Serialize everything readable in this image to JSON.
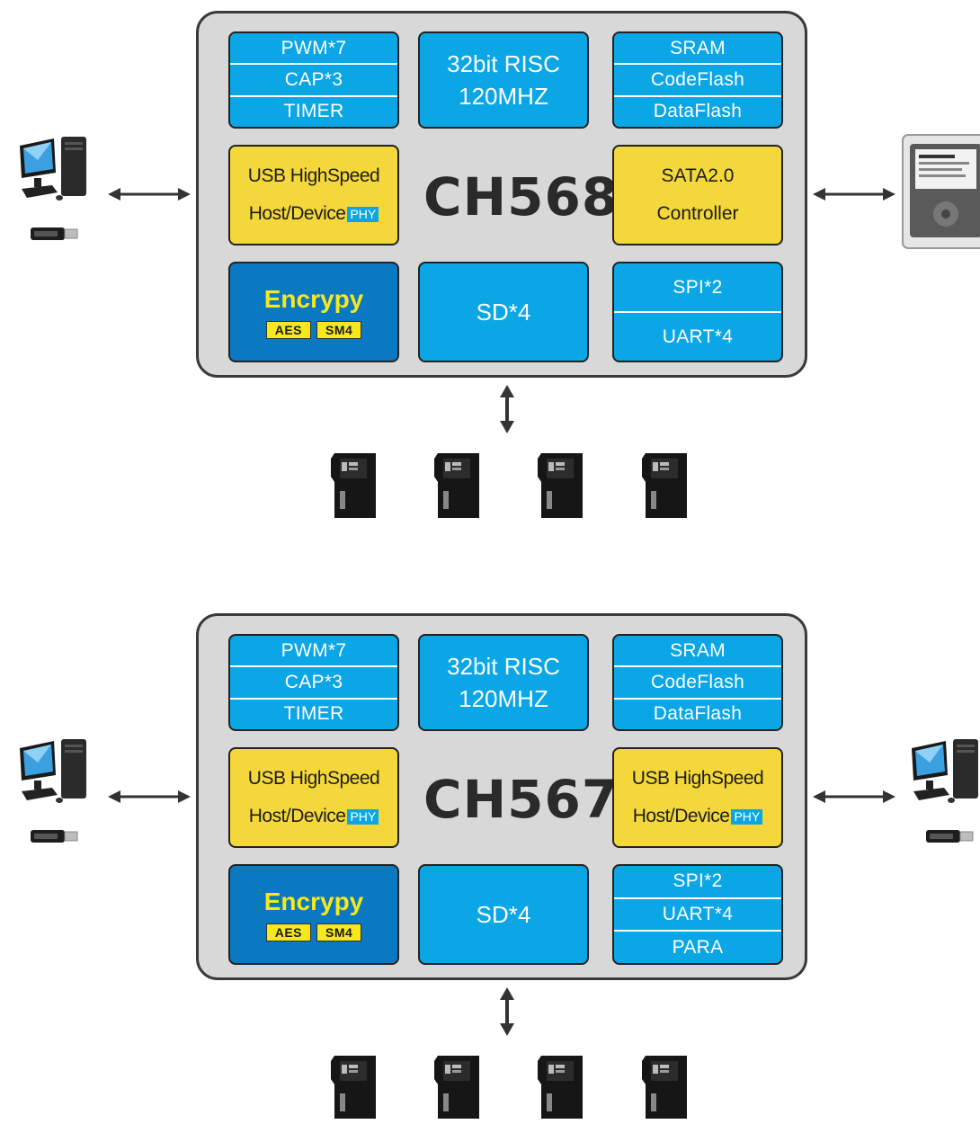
{
  "diagrams": [
    {
      "chip_name": "CH568",
      "timer_block": [
        "PWM*7",
        "CAP*3",
        "TIMER"
      ],
      "cpu_block": [
        "32bit RISC",
        "120MHZ"
      ],
      "memory_block": [
        "SRAM",
        "CodeFlash",
        "DataFlash"
      ],
      "usb_left": {
        "line1": "USB HighSpeed",
        "line2": "Host/Device",
        "phy": "PHY"
      },
      "right_block": {
        "line1": "SATA2.0",
        "line2": "Controller"
      },
      "encrypt": {
        "title": "Encrypy",
        "badges": [
          "AES",
          "SM4"
        ]
      },
      "sd_block": "SD*4",
      "io_block": [
        "SPI*2",
        "UART*4"
      ],
      "left_devices": [
        "pc-icon",
        "usb-drive-icon"
      ],
      "right_device": "hard-drive-icon",
      "bottom_devices": [
        "sd-card-icon",
        "sd-card-icon",
        "sd-card-icon",
        "sd-card-icon"
      ]
    },
    {
      "chip_name": "CH567",
      "timer_block": [
        "PWM*7",
        "CAP*3",
        "TIMER"
      ],
      "cpu_block": [
        "32bit RISC",
        "120MHZ"
      ],
      "memory_block": [
        "SRAM",
        "CodeFlash",
        "DataFlash"
      ],
      "usb_left": {
        "line1": "USB HighSpeed",
        "line2": "Host/Device",
        "phy": "PHY"
      },
      "usb_right": {
        "line1": "USB HighSpeed",
        "line2": "Host/Device",
        "phy": "PHY"
      },
      "encrypt": {
        "title": "Encrypy",
        "badges": [
          "AES",
          "SM4"
        ]
      },
      "sd_block": "SD*4",
      "io_block": [
        "SPI*2",
        "UART*4",
        "PARA"
      ],
      "left_devices": [
        "pc-icon",
        "usb-drive-icon"
      ],
      "right_devices": [
        "pc-icon",
        "usb-drive-icon"
      ],
      "bottom_devices": [
        "sd-card-icon",
        "sd-card-icon",
        "sd-card-icon",
        "sd-card-icon"
      ]
    }
  ],
  "colors": {
    "chip_bg": "#d8d8d9",
    "block_blue": "#0aa6e6",
    "block_yellow": "#f4d73a",
    "block_navy": "#0b78c2",
    "encrypt_title": "#f6e81c"
  }
}
